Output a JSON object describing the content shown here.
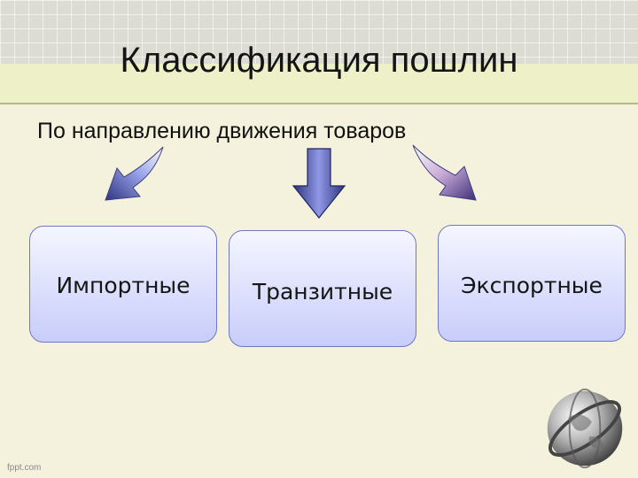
{
  "title": "Классификация пошлин",
  "subtitle": "По направлению движения товаров",
  "boxes": [
    {
      "label": "Импортные"
    },
    {
      "label": "Транзитные"
    },
    {
      "label": "Экспортные"
    }
  ],
  "watermark": "fppt.com",
  "colors": {
    "background": "#f4f1dc",
    "box_fill": "#c8cdfa",
    "box_border": "#6e77c6",
    "arrow_dark": "#2a2f6b",
    "arrow_mid": "#6b73c8"
  },
  "icons": [
    "curved-arrow-left-icon",
    "down-arrow-icon",
    "curved-arrow-right-icon",
    "globe-icon"
  ]
}
